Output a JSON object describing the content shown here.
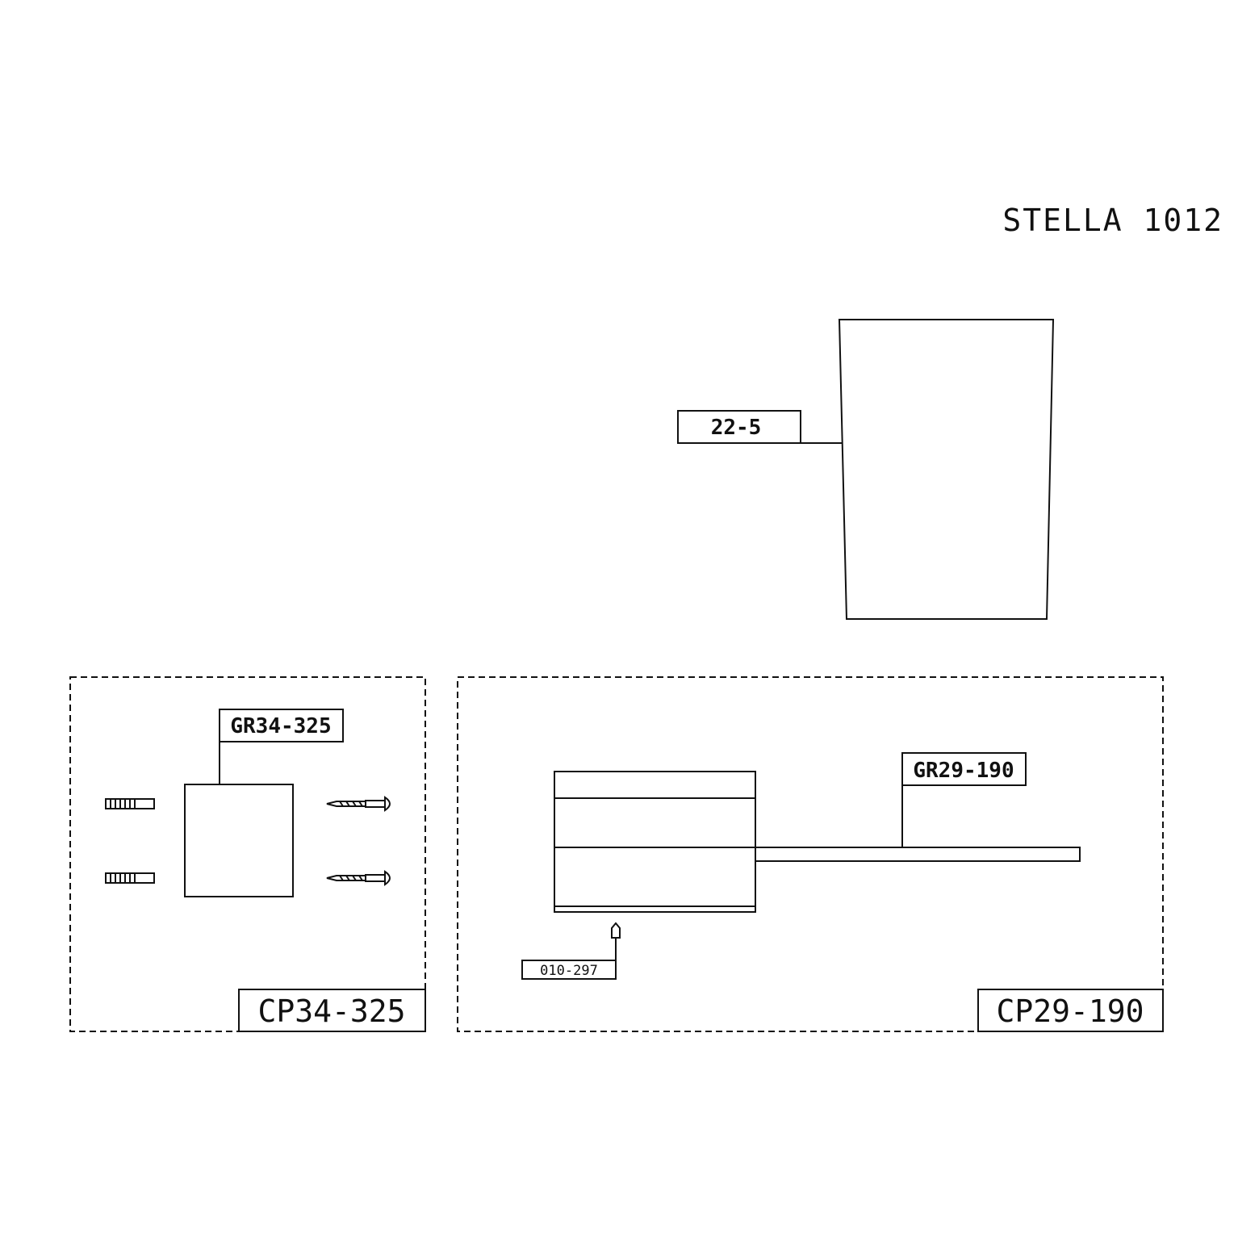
{
  "title": "STELLA 1012",
  "parts": {
    "cup": {
      "label": "22-5"
    },
    "kit_left": {
      "label": "CP34-325",
      "bracket_label": "GR34-325"
    },
    "kit_right": {
      "label": "CP29-190",
      "holder_label": "GR29-190",
      "screw_label": "010-297"
    }
  },
  "icons": [
    "wall-plug-icon",
    "screw-icon",
    "grub-screw-icon"
  ]
}
